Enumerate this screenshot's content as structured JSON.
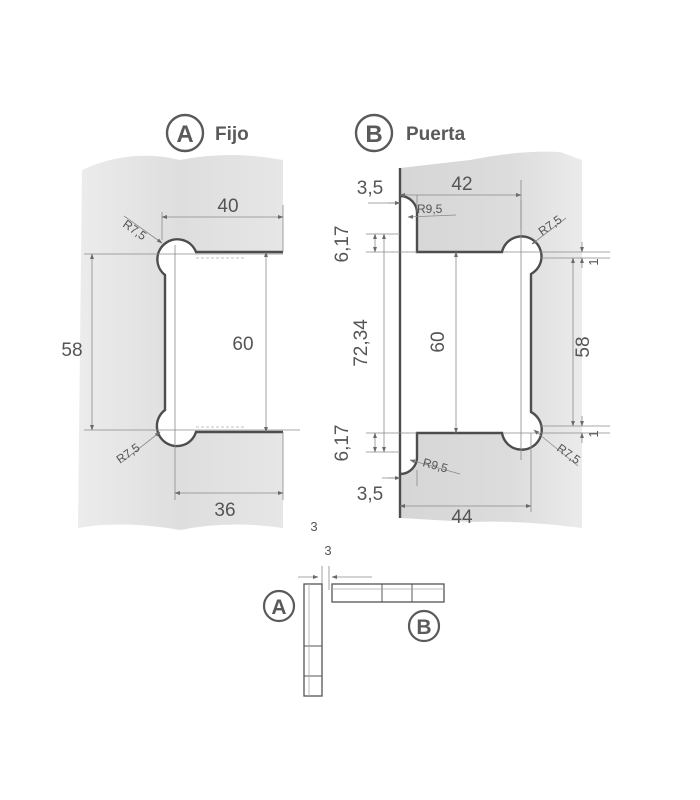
{
  "panel_a": {
    "badge": "A",
    "title": "Fijo",
    "dims": {
      "top_width": "40",
      "radius_top": "R7,5",
      "radius_bottom": "R7,5",
      "height_outer": "58",
      "height_inner": "60",
      "bottom_width": "36"
    }
  },
  "panel_b": {
    "badge": "B",
    "title": "Puerta",
    "dims": {
      "offset_top": "3,5",
      "top_width": "42",
      "radius_cut_top": "R9,5",
      "radius_top": "R7,5",
      "step_top": "6,17",
      "height_total": "72,34",
      "height_inner": "60",
      "height_outer": "58",
      "gap_top": "1",
      "gap_bottom": "1",
      "step_bottom": "6,17",
      "radius_cut_bottom": "R9,5",
      "radius_bottom": "R7,5",
      "offset_bottom": "3,5",
      "bottom_width": "44"
    }
  },
  "side_view": {
    "badge_a": "A",
    "badge_b": "B",
    "dim_top": "3",
    "dim_gap": "3"
  },
  "colors": {
    "surface": "#dcdcdc",
    "outline": "#4d4d4d",
    "text": "#555555"
  }
}
